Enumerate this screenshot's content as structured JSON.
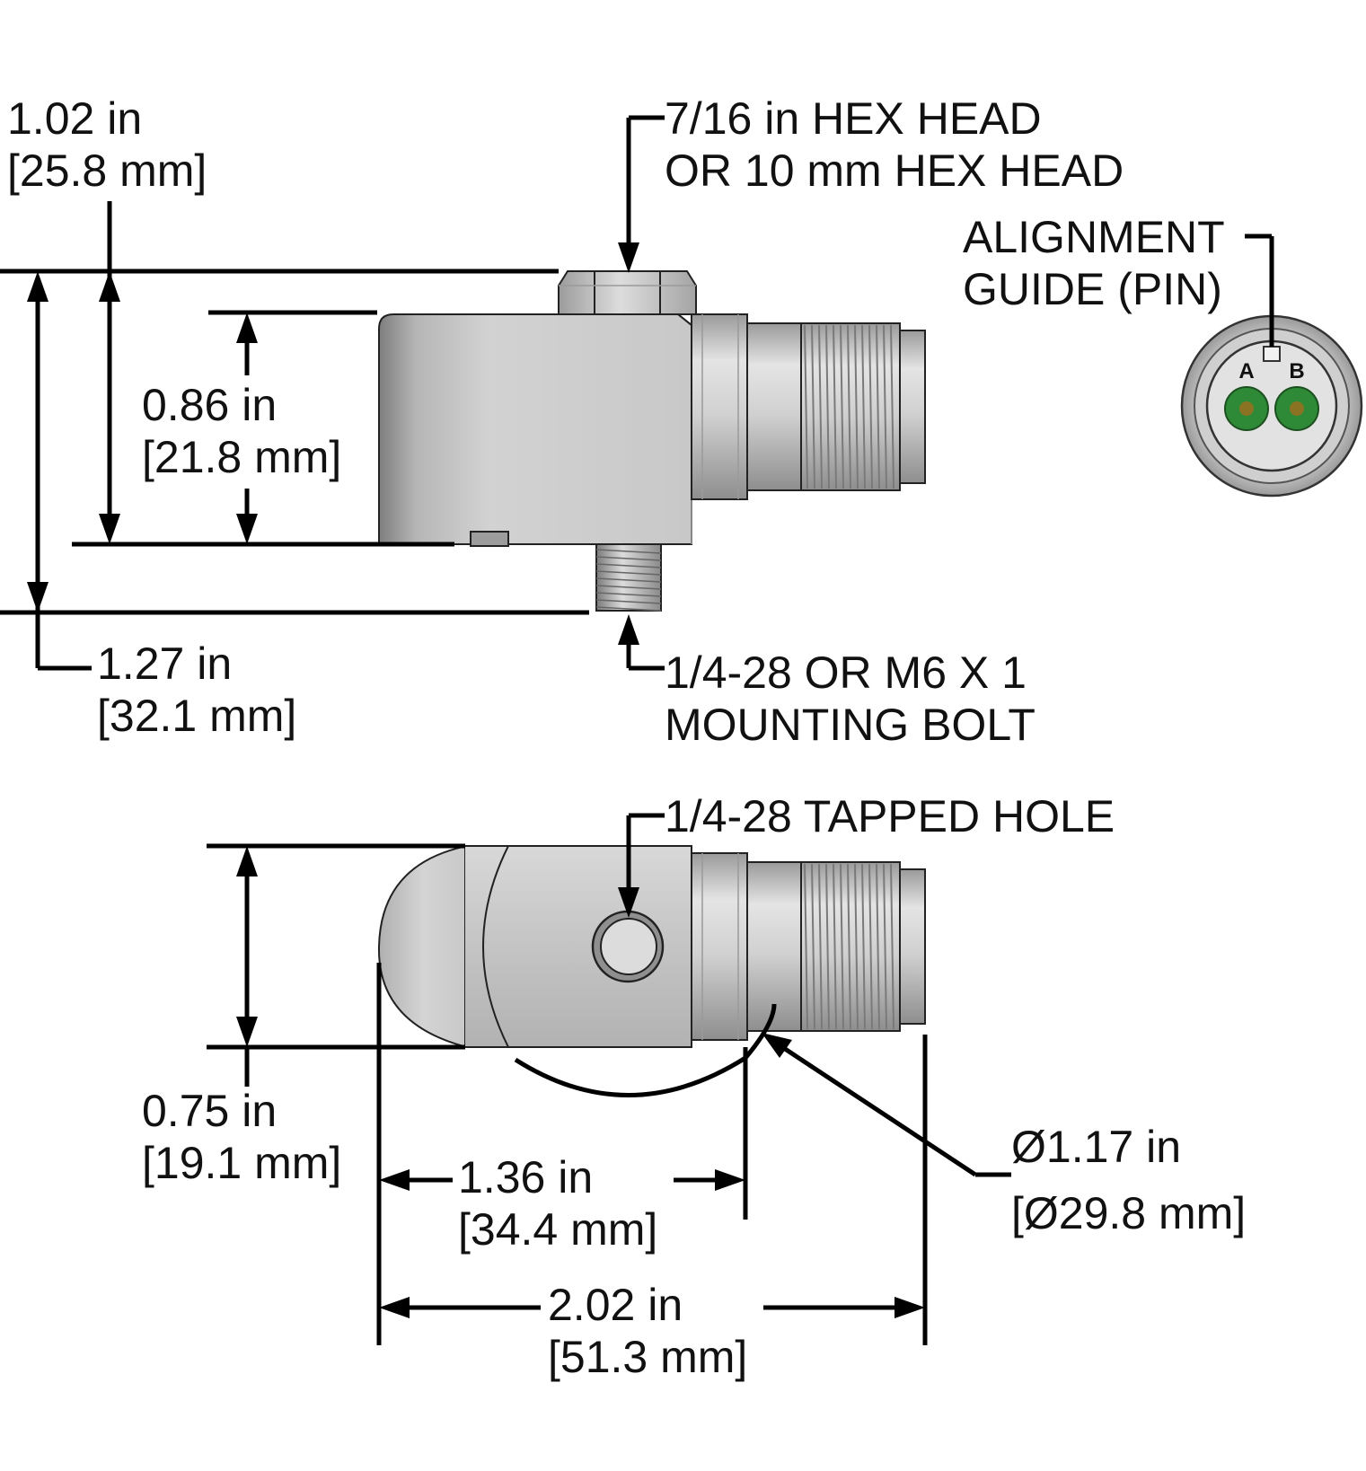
{
  "dimensions": {
    "overall_height_hex": {
      "inches": "1.02 in",
      "mm": "[25.8 mm]"
    },
    "body_height": {
      "inches": "0.86 in",
      "mm": "[21.8 mm]"
    },
    "overall_height_bolt": {
      "inches": "1.27 in",
      "mm": "[32.1 mm]"
    },
    "body_width": {
      "inches": "0.75 in",
      "mm": "[19.1 mm]"
    },
    "hole_to_connector": {
      "inches": "1.36 in",
      "mm": "[34.4 mm]"
    },
    "overall_length": {
      "inches": "2.02 in",
      "mm": "[51.3 mm]"
    },
    "connector_diameter": {
      "inches": "Ø1.17 in",
      "mm": "[Ø29.8 mm]"
    }
  },
  "callouts": {
    "hex_head": {
      "line1": "7/16 in HEX HEAD",
      "line2": "OR 10 mm HEX HEAD"
    },
    "alignment_guide": {
      "line1": "ALIGNMENT",
      "line2": "GUIDE (PIN)"
    },
    "mounting_bolt": {
      "line1": "1/4-28 OR M6 X 1",
      "line2": "MOUNTING BOLT"
    },
    "tapped_hole": {
      "line1": "1/4-28 TAPPED HOLE"
    }
  },
  "connector_pins": {
    "pin_a": "A",
    "pin_b": "B"
  },
  "colors": {
    "body": "#c9c9c9",
    "body_dark": "#8f8f8f",
    "pin_ring": "#2e8a36",
    "pin_core": "#8a7424",
    "line": "#000000"
  }
}
